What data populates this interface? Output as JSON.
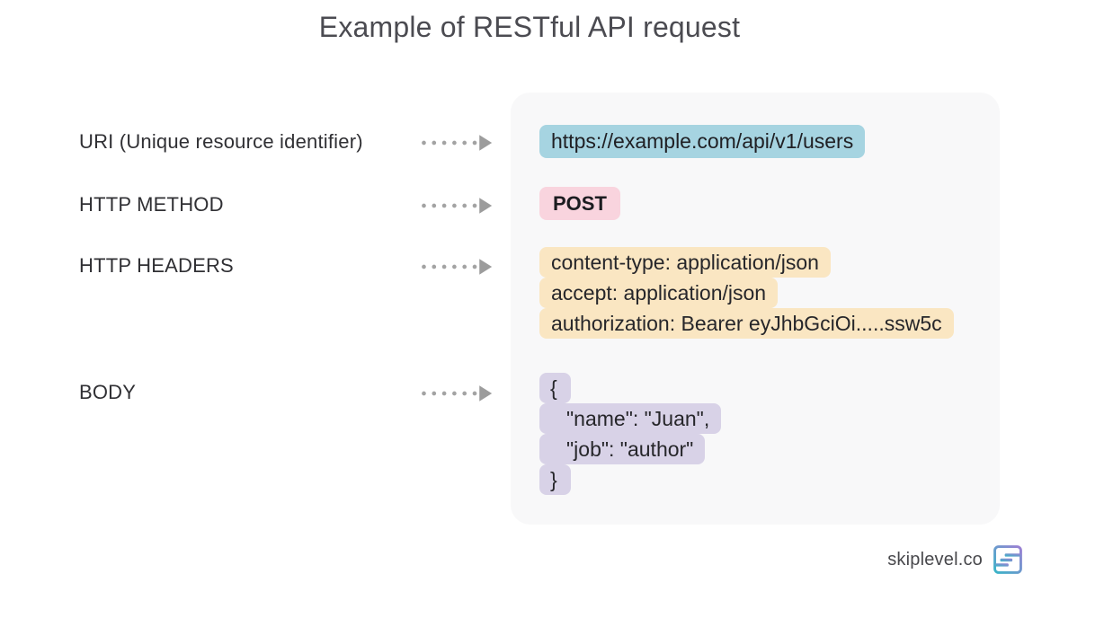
{
  "title": "Example of RESTful API request",
  "rows": [
    {
      "label": "URI (Unique resource identifier)"
    },
    {
      "label": "HTTP METHOD"
    },
    {
      "label": "HTTP HEADERS"
    },
    {
      "label": "BODY"
    }
  ],
  "request": {
    "uri": "https://example.com/api/v1/users",
    "method": "POST",
    "headers": [
      "content-type: application/json",
      "accept: application/json",
      "authorization: Bearer eyJhbGciOi.....ssw5c"
    ],
    "body": [
      "{",
      "\"name\": \"Juan\",",
      "\"job\": \"author\"",
      "}"
    ]
  },
  "footer": {
    "brand": "skiplevel.co"
  },
  "colors": {
    "uri_highlight": "#a6d4e1",
    "method_highlight": "#f9d4de",
    "headers_highlight": "#fae6c2",
    "body_highlight": "#d8d2e7",
    "panel_background": "#f8f8f9",
    "arrow_gray": "#a0a0a0",
    "title_text": "#4b4b51",
    "logo_teal": "#3ab5c8",
    "logo_purple": "#9c7fd3"
  }
}
